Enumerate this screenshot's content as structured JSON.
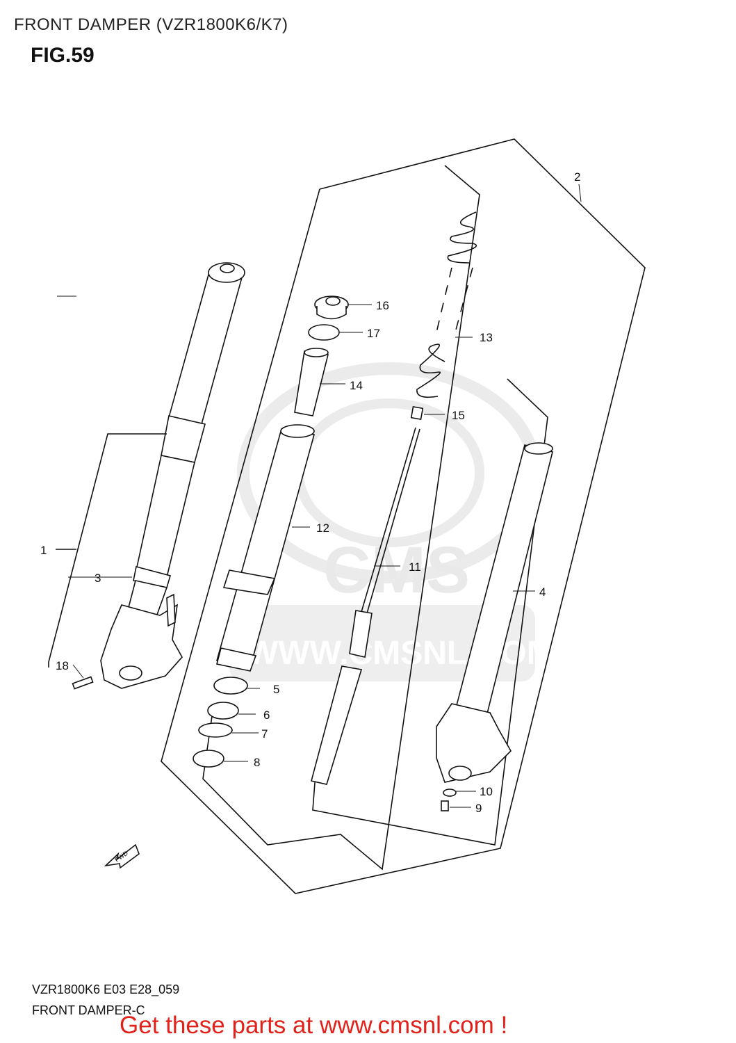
{
  "header": {
    "title": "FRONT DAMPER (VZR1800K6/K7)",
    "figure": "FIG.59"
  },
  "footer": {
    "code": "VZR1800K6 E03 E28_059",
    "name": "FRONT DAMPER-C",
    "cta": "Get these parts at www.cmsnl.com !"
  },
  "watermark": {
    "text": "WWW.CMSNL.COM",
    "logo": "CMS"
  },
  "fwd_arrow": {
    "label": "FWD",
    "icon": "forward-arrow-icon"
  },
  "callouts": [
    "1",
    "2",
    "3",
    "4",
    "5",
    "6",
    "7",
    "8",
    "9",
    "10",
    "11",
    "12",
    "13",
    "14",
    "15",
    "16",
    "17",
    "18"
  ]
}
